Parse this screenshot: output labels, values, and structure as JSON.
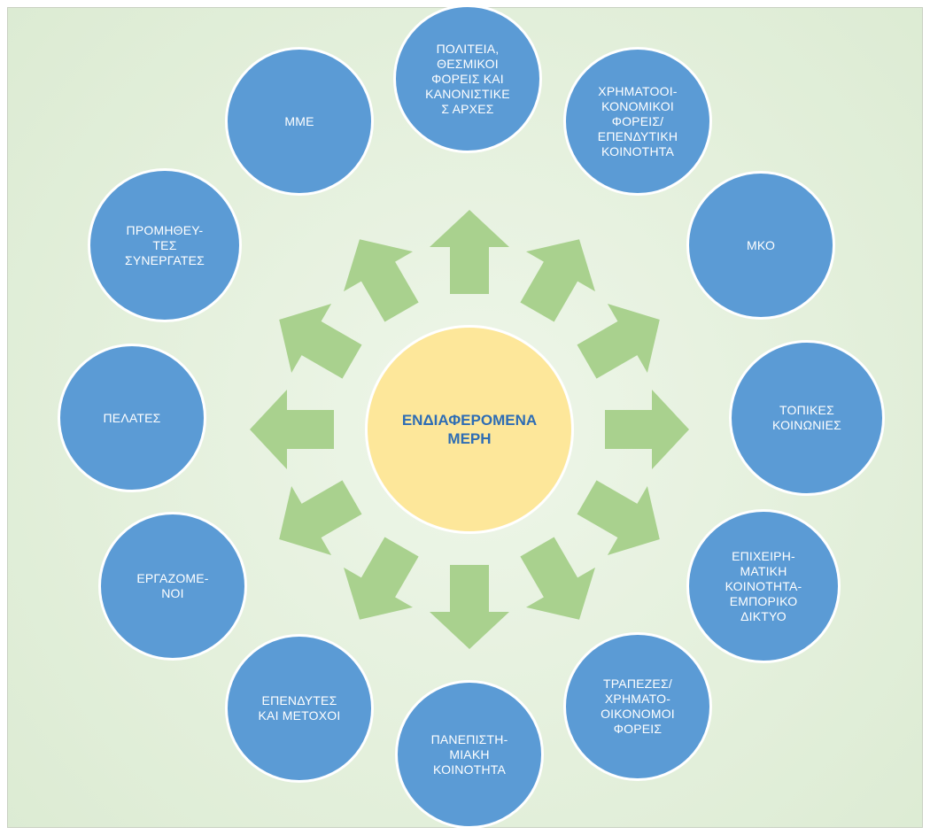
{
  "colors": {
    "background": "#e4f0dc",
    "arrow": "#a9d18e",
    "stakeholder_fill": "#5b9bd5",
    "center_fill": "#fde79a",
    "center_text": "#2e6db4",
    "stakeholder_text": "#ffffff"
  },
  "center": {
    "label": "ΕΝΔΙΑΦΕΡΟΜΕΝΑ\nΜΕΡΗ"
  },
  "stakeholders": [
    {
      "id": "politeia",
      "label": "ΠΟΛΙΤΕΙΑ,\nΘΕΣΜΙΚΟΙ\nΦΟΡΕΙΣ ΚΑΙ\nΚΑΝΟΝΙΣΤΙΚΕ\nΣ ΑΡΧΕΣ"
    },
    {
      "id": "chrimatooikonomikoi",
      "label": "ΧΡΗΜΑΤΟΟΙ-\nΚΟΝΟΜΙΚΟΙ\nΦΟΡΕΙΣ/\nΕΠΕΝΔΥΤΙΚΗ\nΚΟΙΝΟΤΗΤΑ"
    },
    {
      "id": "mko",
      "label": "ΜΚΟ"
    },
    {
      "id": "topikes",
      "label": "ΤΟΠΙΚΕΣ\nΚΟΙΝΩΝΙΕΣ"
    },
    {
      "id": "epicheirimatiki",
      "label": "ΕΠΙΧΕΙΡΗ-\nΜΑΤΙΚΗ\nΚΟΙΝΟΤΗΤΑ-\nΕΜΠΟΡΙΚΟ\nΔΙΚΤΥΟ"
    },
    {
      "id": "trapezes",
      "label": "ΤΡΑΠΕΖΕΣ/\nΧΡΗΜΑΤΟ-\nΟΙΚΟΝΟΜΟΙ\nΦΟΡΕΙΣ"
    },
    {
      "id": "panepistimiaki",
      "label": "ΠΑΝΕΠΙΣΤΗ-\nΜΙΑΚΗ\nΚΟΙΝΟΤΗΤΑ"
    },
    {
      "id": "ependytes",
      "label": "ΕΠΕΝΔΥΤΕΣ\nΚΑΙ ΜΕΤΟΧΟΙ"
    },
    {
      "id": "ergazomenoi",
      "label": "ΕΡΓΑΖΟΜΕ-\nΝΟΙ"
    },
    {
      "id": "pelates",
      "label": "ΠΕΛΑΤΕΣ"
    },
    {
      "id": "promitheytes",
      "label": "ΠΡΟΜΗΘΕΥ-\nΤΕΣ\nΣΥΝΕΡΓΑΤΕΣ"
    },
    {
      "id": "mme",
      "label": "ΜΜΕ"
    }
  ]
}
